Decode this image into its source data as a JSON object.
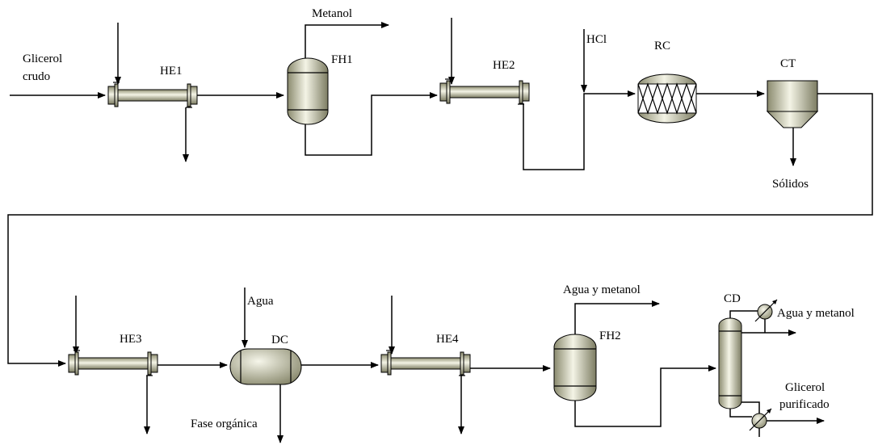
{
  "feed_label": "Glicerol\ncrudo",
  "equipment": {
    "he1": "HE1",
    "fh1": "FH1",
    "he2": "HE2",
    "rc": "RC",
    "ct": "CT",
    "he3": "HE3",
    "dc": "DC",
    "he4": "HE4",
    "fh2": "FH2",
    "cd": "CD"
  },
  "streams": {
    "metanol": "Metanol",
    "hcl": "HCl",
    "solidos": "Sólidos",
    "agua": "Agua",
    "fase_organica": "Fase orgánica",
    "agua_metanol_fh2": "Agua y metanol",
    "agua_metanol_cd": "Agua y metanol",
    "glicerol_purificado": "Glicerol\npurificado"
  }
}
